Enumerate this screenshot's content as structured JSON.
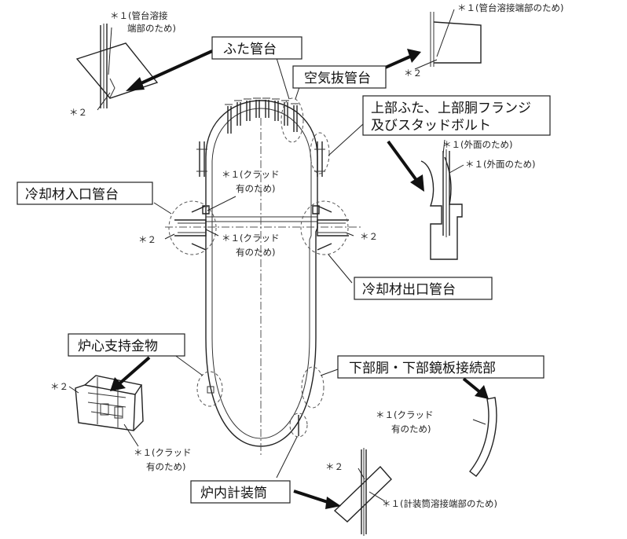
{
  "labels": {
    "lid_nozzle": "ふた管台",
    "air_vent_nozzle": "空気抜管台",
    "flange_line1": "上部ふた、上部胴フランジ",
    "flange_line2": "及びスタッドボルト",
    "coolant_inlet": "冷却材入口管台",
    "coolant_outlet": "冷却材出口管台",
    "core_support": "炉心支持金物",
    "lower_shell_joint": "下部胴・下部鏡板接続部",
    "incore_tube": "炉内計装筒"
  },
  "notes": {
    "n1_nozzle_weld_a1": "＊１(管台溶接",
    "n1_nozzle_weld_a2": "端部のため)",
    "n2_a": "＊２",
    "n1_nozzle_weld_b": "＊１(管台溶接端部のため)",
    "n2_b": "＊２",
    "n1_outer_a": "＊１(外面のため)",
    "n1_outer_b": "＊１(外面のため)",
    "n1_clad_top1": "＊１(クラッド",
    "n1_clad_top2": "有のため)",
    "n1_clad_mid1": "＊１(クラッド",
    "n1_clad_mid2": "有のため)",
    "n2_left": "＊２",
    "n2_right": "＊２",
    "n2_support": "＊２",
    "n1_clad_support1": "＊１(クラッド",
    "n1_clad_support2": "有のため)",
    "n1_clad_lower1": "＊１(クラッド",
    "n1_clad_lower2": "有のため)",
    "n2_tube": "＊２",
    "n1_tube_weld": "＊１(計装筒溶接端部のため)"
  }
}
